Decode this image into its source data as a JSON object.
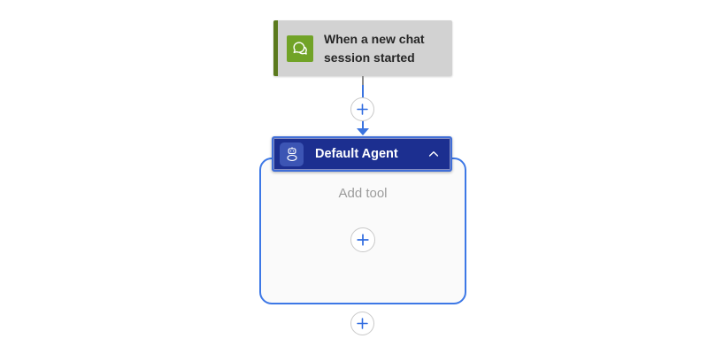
{
  "canvas": {
    "type": "flow-designer",
    "background": "#ffffff"
  },
  "trigger": {
    "title": "When a new chat session started",
    "icon": "chat-bubbles-icon",
    "colors": {
      "card_background": "#d2d2d2",
      "accent_stripe": "#5b7a1d",
      "icon_background": "#71a327",
      "title_text": "#262626"
    }
  },
  "connector": {
    "insert_button_icon": "plus-icon",
    "colors": {
      "stub": "#8c8c8c",
      "line": "#3b74e0",
      "plus_glyph": "#2f6be0",
      "plus_circle_border": "#c9c9c9"
    }
  },
  "agent": {
    "title": "Default Agent",
    "header_icon": "bot-icon",
    "collapse_icon": "chevron-up-icon",
    "body_placeholder": "Add tool",
    "add_tool_button_icon": "plus-icon",
    "colors": {
      "header_background": "#1c2f90",
      "header_border": "#416fd7",
      "icon_tile": "#3c55b4",
      "title_text": "#ffffff",
      "container_border": "#3d78e6",
      "container_background": "#fafafa",
      "placeholder_text": "#9b9b9b"
    }
  },
  "after_agent": {
    "insert_button_icon": "plus-icon"
  }
}
